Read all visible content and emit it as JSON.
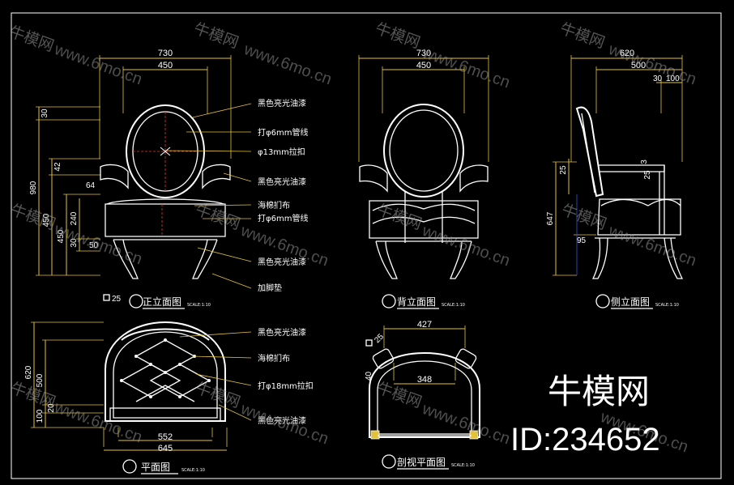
{
  "drawing": {
    "front": {
      "dims_top": [
        "730",
        "450"
      ],
      "dims_left": [
        "30",
        "980",
        "42",
        "450",
        "240",
        "450",
        "30",
        "50",
        "64"
      ],
      "callouts": [
        "黑色亮光油漆",
        "打φ6mm管线",
        "φ13mm拉扣",
        "黑色亮光油漆",
        "海棉扪布",
        "打φ6mm管线",
        "黑色亮光油漆",
        "加脚垫"
      ],
      "title": "正立面图",
      "scale": "SCALE:1:10",
      "marker": "25"
    },
    "back": {
      "dims_top": [
        "730",
        "450"
      ],
      "title": "背立面图",
      "scale": "SCALE:1:10"
    },
    "side": {
      "dims_top": [
        "620",
        "500",
        "30",
        "100"
      ],
      "dims_left": [
        "647",
        "25",
        "25",
        "95",
        "3"
      ],
      "title": "侧立面图",
      "scale": "SCALE:1:10"
    },
    "plan": {
      "dims_left": [
        "620",
        "500",
        "100",
        "20"
      ],
      "dims_bottom": [
        "552",
        "645"
      ],
      "callouts": [
        "黑色亮光油漆",
        "海棉扪布",
        "打φ18mm拉扣",
        "黑色亮光油漆"
      ],
      "title": "平面图",
      "scale": "SCALE:1:10"
    },
    "section": {
      "dims": [
        "427",
        "348",
        "25",
        "40"
      ],
      "title": "剖视平面图",
      "scale": "SCALE:1:10"
    }
  },
  "watermark": {
    "brand": "牛模网",
    "url": "www.6mo.cn",
    "id_label": "ID:234652"
  }
}
